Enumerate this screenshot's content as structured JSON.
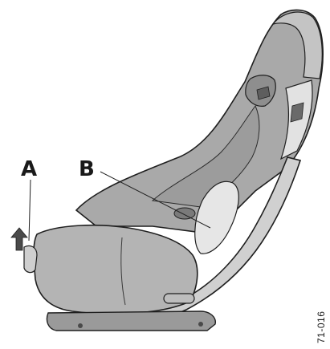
{
  "figure": {
    "callouts": {
      "a": "A",
      "b": "B"
    },
    "reference": "71-016",
    "colors": {
      "shell_dark": "#8e8e8e",
      "shell_mid": "#a9a9a9",
      "shell_light": "#c4c4c4",
      "highlight": "#e6e6e6",
      "outline": "#1f1f1f",
      "arrow": "#4a4a4a"
    }
  }
}
